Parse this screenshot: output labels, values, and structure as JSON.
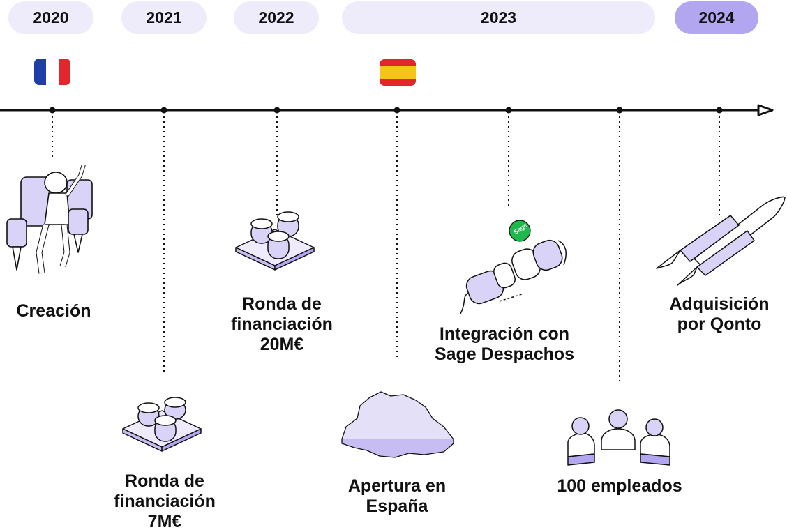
{
  "years": [
    {
      "label": "2020",
      "active": false
    },
    {
      "label": "2021",
      "active": false
    },
    {
      "label": "2022",
      "active": false
    },
    {
      "label": "2023",
      "active": false
    },
    {
      "label": "2024",
      "active": true
    }
  ],
  "flags": [
    {
      "country": "france",
      "icon": "france-flag-icon",
      "colors": [
        "#1f3ea8",
        "#ffffff",
        "#e3262c"
      ]
    },
    {
      "country": "spain",
      "icon": "spain-flag-icon",
      "colors": [
        "#e3262c",
        "#f5c518",
        "#e3262c"
      ]
    }
  ],
  "milestones": [
    {
      "label": "Creación",
      "icon": "jetpack-astronaut-icon"
    },
    {
      "label": "Ronda de\nfinanciación\n7M€",
      "icon": "coin-stacks-icon"
    },
    {
      "label": "Ronda de\nfinanciación\n20M€",
      "icon": "coin-stacks-icon"
    },
    {
      "label": "Apertura en\nEspaña",
      "icon": "spain-map-icon"
    },
    {
      "label": "Integración con\nSage Despachos",
      "icon": "cable-connector-icon",
      "badge": "Sage"
    },
    {
      "label": "100 empleados",
      "icon": "people-group-icon"
    },
    {
      "label": "Adquisición\npor Qonto",
      "icon": "rocket-icon"
    }
  ],
  "colors": {
    "pill": "#eeebfb",
    "pill_active": "#b3a6f0",
    "illustration_fill": "#d9d3f7",
    "illustration_dark": "#a79ae6",
    "sage_green": "#1fb84a",
    "line": "#111111"
  }
}
